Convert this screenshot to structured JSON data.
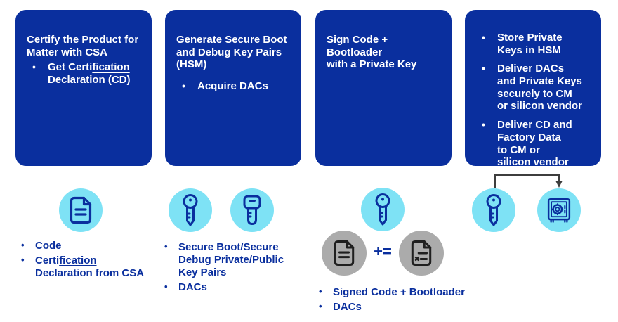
{
  "colors": {
    "box_blue": "#0A2F9E",
    "light_blue_circle": "#7EE2F5",
    "icon_stroke_blue": "#0A2F9E",
    "gray_circle": "#ABABAB",
    "gray_doc_stroke": "#1F1F1F",
    "text_blue": "#0A2F9E",
    "connector_gray": "#3D3D3D",
    "box_text": "#FFFFFF"
  },
  "boxes": [
    {
      "title": "Certify the Product for\nMatter with CSA",
      "bullet_pre": "Get Certi",
      "bullet_underlined": "fication",
      "bullet_post": "\nDeclaration (CD)"
    },
    {
      "title": "Generate Secure Boot\nand Debug Key Pairs\n(HSM)",
      "bullet": "Acquire DACs"
    },
    {
      "title": "Sign Code + Bootloader\nwith a Private Key"
    },
    {
      "bullets": [
        "Store Private\nKeys in HSM",
        "Deliver DACs\nand Private Keys\nsecurely to CM\nor silicon vendor",
        "Deliver CD and\nFactory Data\nto CM or\nsilicon vendor"
      ]
    }
  ],
  "outputs": {
    "col1": {
      "item1": "Code",
      "item2_pre": "Certi",
      "item2_underlined": "fication",
      "item2_post": "\nDeclaration from CSA"
    },
    "col2": {
      "items": [
        "Secure Boot/Secure\nDebug Private/Public\nKey Pairs",
        "DACs"
      ]
    },
    "col3": {
      "operator": "+=",
      "items": [
        "Signed Code + Bootloader",
        "DACs"
      ]
    }
  },
  "icons": {
    "col1": "document-icon",
    "col2": [
      "key-icon",
      "key-alt-icon"
    ],
    "col3": [
      "key-icon",
      "document-icon",
      "signed-document-icon"
    ],
    "col4": [
      "key-icon",
      "safe-icon"
    ]
  }
}
